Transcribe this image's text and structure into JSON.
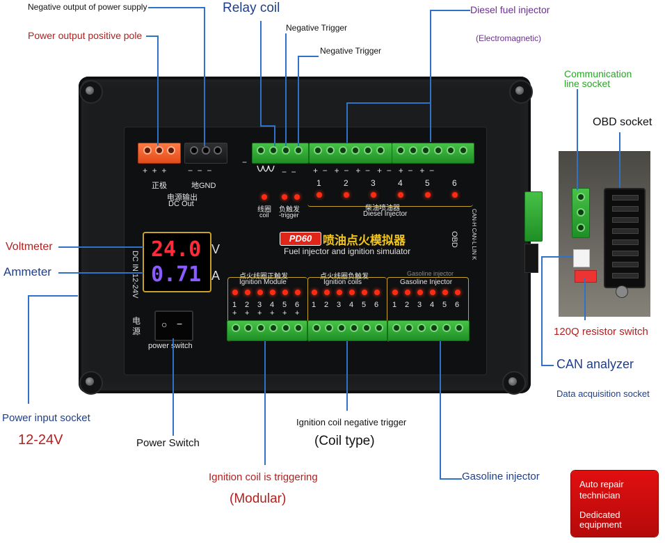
{
  "callouts": {
    "neg_output": "Negative output of power supply",
    "pos_output": "Power output positive pole",
    "relay_coil": "Relay coil",
    "neg_trigger_1": "Negative Trigger",
    "neg_trigger_2": "Negative Trigger",
    "diesel_injector": "Diesel fuel injector",
    "electromagnetic": "(Electromagnetic)",
    "comm_socket_1": "Communication",
    "comm_socket_2": "line socket",
    "obd_socket": "OBD socket",
    "voltmeter": "Voltmeter",
    "ammeter": "Ammeter",
    "resistor_switch": "120Q resistor switch",
    "can_analyzer": "CAN analyzer",
    "data_socket": "Data acquisition socket",
    "power_input": "Power input socket",
    "voltage_range": "12-24V",
    "power_switch": "Power Switch",
    "coil_neg_trigger": "Ignition coil negative trigger",
    "coil_type": "(Coil type)",
    "coil_triggering": "Ignition coil is triggering",
    "modular": "(Modular)",
    "gasoline_injector": "Gasoline injector"
  },
  "badge": {
    "line1": "Auto repair",
    "line2": "technician",
    "line3": "Dedicated",
    "line4": "equipment"
  },
  "panel": {
    "dc_out_cn1": "正极",
    "dc_out_cn2": "地GND",
    "dc_out_cn3": "电源输出",
    "dc_out": "DC Out",
    "coil_cn": "线圈",
    "coil": "coil",
    "neg_trig_cn": "负触发",
    "neg_trig": "-trigger",
    "diesel_cn": "柴油喷油器",
    "diesel": "Diesel Injector",
    "model": "PD60",
    "title_cn": "喷油点火模拟器",
    "subtitle": "Fuel injector and ignition simulator",
    "dc_in": "DC IN 12-24V",
    "module_cn": "点火线圈正触发",
    "module": "Ignition Module",
    "coils_cn": "点火线圈负触发",
    "coils": "Ignition coils",
    "gas_cn": "Gasoline injector",
    "gas": "Gasoline Injector",
    "obd": "OBD",
    "obd_pins": "CAN-H CAN-L LIN K",
    "power_cn": "电源",
    "power_switch": "power switch",
    "voltage_reading": "24.0",
    "voltage_unit": "V",
    "current_reading": "0.71",
    "current_unit": "A",
    "channel_numbers": [
      "1",
      "2",
      "3",
      "4",
      "5",
      "6"
    ]
  },
  "colors": {
    "leader": "#2e73c8",
    "callout_blue": "#1f3e8a",
    "callout_red": "#b2201f",
    "callout_purple": "#6a2f8f",
    "callout_green": "#2aa52a",
    "voltage_display": "#ff2a3a",
    "current_display": "#8a5cff",
    "terminal_green": "#2fae34",
    "terminal_orange": "#f05a28",
    "led_red": "#ff2a12",
    "badge_red": "#d90f10"
  }
}
